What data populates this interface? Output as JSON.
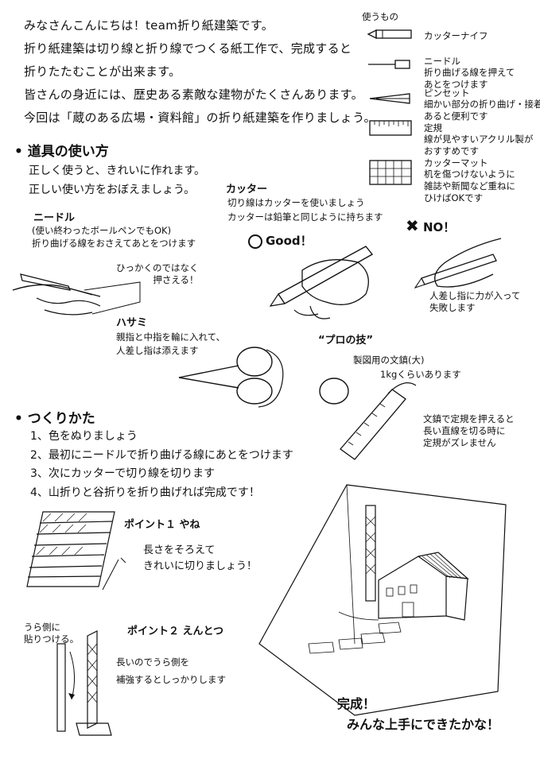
{
  "intro": {
    "line1": "みなさんこんにちは！team折り紙建築です。",
    "line2": "折り紙建築は切り線と折り線でつくる紙工作で、完成すると",
    "line3": "折りたたむことが出来ます。",
    "line4": "皆さんの身近には、歴史ある素敵な建物がたくさんあります。",
    "line5": "今回は「蔵のある広場・資料館」の折り紙建築を作りましょう。"
  },
  "tools": {
    "heading": "使うもの",
    "items": [
      {
        "name": "カッターナイフ",
        "desc": ""
      },
      {
        "name": "ニードル",
        "desc": "折り曲げる線を押えて\nあとをつけます"
      },
      {
        "name": "ピンセット",
        "desc": "細かい部分の折り曲げ・接着に\nあると便利です"
      },
      {
        "name": "定規",
        "desc": "線が見やすいアクリル製が\nおすすめです"
      },
      {
        "name": "カッターマット",
        "desc": "机を傷つけないように\n雑誌や新聞など重ねに\nひけばOKです"
      }
    ]
  },
  "usage": {
    "heading": "道具の使い方",
    "line1": "正しく使うと、きれいに作れます。",
    "line2": "正しい使い方をおぼえましょう。",
    "needle_title": "ニードル",
    "needle_note1": "(使い終わったボールペンでもOK)",
    "needle_note2": "折り曲げる線をおさえてあとをつけます",
    "needle_tip": "ひっかくのではなく\n押さえる！",
    "cutter_title": "カッター",
    "cutter_line1": "切り線はカッターを使いましょう",
    "cutter_line2": "カッターは鉛筆と同じように持ちます",
    "good": "Good！",
    "no": "NO！",
    "no_note": "人差し指に力が入って\n失敗します",
    "scissors_title": "ハサミ",
    "scissors_line1": "親指と中指を輪に入れて、",
    "scissors_line2": "人差し指は添えます",
    "pro_title": "“プロの技”",
    "pro_line1": "製図用の文鎮(大)",
    "pro_line2": "1kgくらいあります",
    "pro_note": "文鎮で定規を押えると\n長い直線を切る時に\n定規がズレません"
  },
  "howto": {
    "heading": "つくりかた",
    "steps": [
      "1、色をぬりましょう",
      "2、最初にニードルで折り曲げる線にあとをつけます",
      "3、次にカッターで切り線を切ります",
      "4、山折りと谷折りを折り曲げれば完成です！"
    ],
    "point1_title": "ポイント１ やね",
    "point1_line1": "長さをそろえて",
    "point1_line2": "きれいに切りましょう！",
    "point2_title": "ポイント２ えんとつ",
    "point2_side": "うら側に\n貼りつける。",
    "point2_line1": "長いのでうら側を",
    "point2_line2": "補強するとしっかりします",
    "done1": "完成！",
    "done2": "みんな上手にできたかな！"
  }
}
